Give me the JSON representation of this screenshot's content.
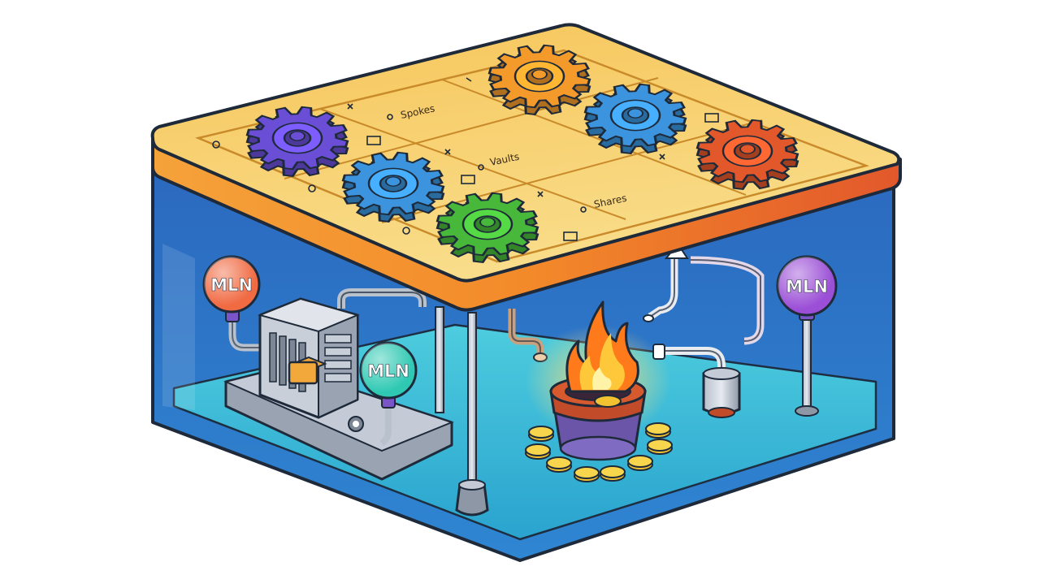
{
  "top_labels": [
    {
      "id": "spokes",
      "text": "Spokes"
    },
    {
      "id": "vaults",
      "text": "Vaults"
    },
    {
      "id": "shares",
      "text": "Shares"
    }
  ],
  "balloons": [
    {
      "id": "left",
      "text": "MLN",
      "color": "#f06a42"
    },
    {
      "id": "middle",
      "text": "MLN",
      "color": "#2fc9b3"
    },
    {
      "id": "right",
      "text": "MLN",
      "color": "#9b4fd6"
    }
  ],
  "gears": [
    {
      "id": "orange",
      "color": "#f39a2b"
    },
    {
      "id": "blue-top",
      "color": "#3b94dd"
    },
    {
      "id": "purple",
      "color": "#6a4fd6"
    },
    {
      "id": "red",
      "color": "#e2582b"
    },
    {
      "id": "blue-middle",
      "color": "#3b94dd"
    },
    {
      "id": "green",
      "color": "#48b83a"
    }
  ],
  "palette": {
    "lid_orange": "#f08a2c",
    "lid_yellow": "#f7d46b",
    "tank_blue": "#2f6fc7",
    "floor_teal": "#39c3d6",
    "flame": "#ff8a1f",
    "coin": "#f2c230",
    "outline": "#1e2a3a"
  }
}
